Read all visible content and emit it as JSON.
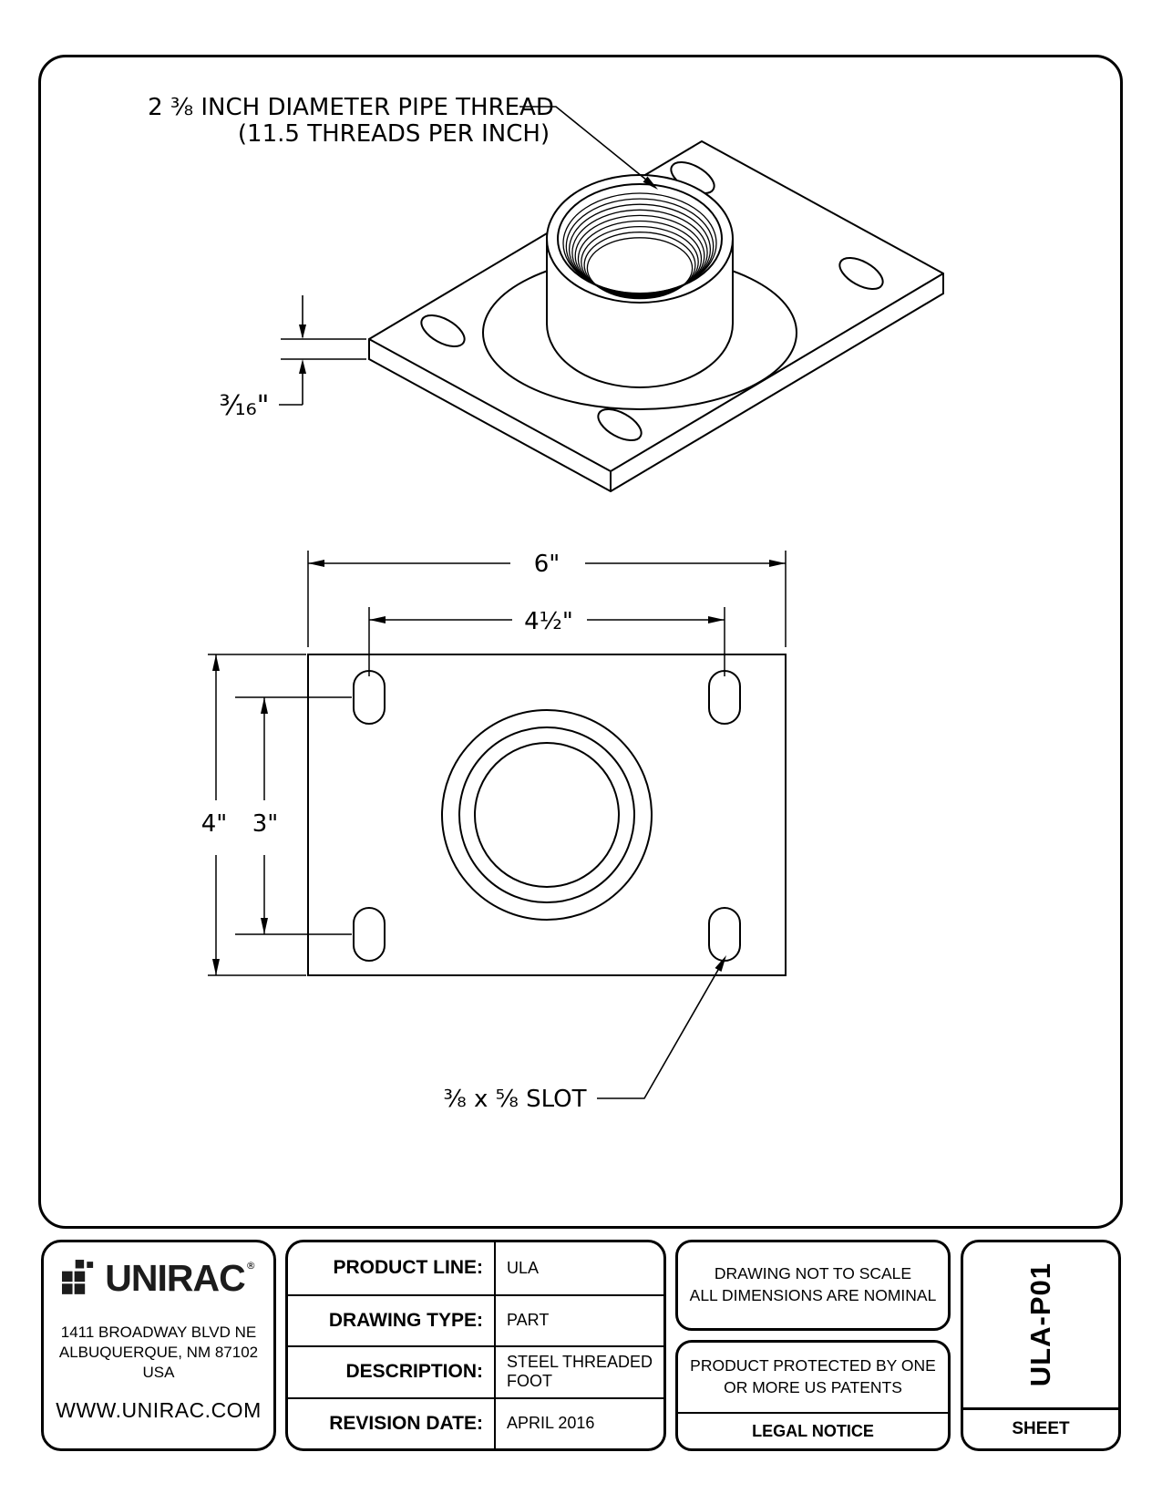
{
  "drawing": {
    "callouts": {
      "pipe_thread_line1": "2 ⅜  INCH DIAMETER PIPE THREAD",
      "pipe_thread_line2": "(11.5 THREADS PER INCH)",
      "plate_thickness": "³⁄₁₆\"",
      "slot_size": "⅜ x ⅝ SLOT"
    },
    "dimensions": {
      "plate_width": "6\"",
      "slot_spacing_horizontal": "4½\"",
      "plate_height": "4\"",
      "slot_spacing_vertical": "3\""
    }
  },
  "title_block": {
    "company": {
      "logo_text": "UNIRAC",
      "registered_mark": "®",
      "address_line1": "1411 BROADWAY BLVD NE",
      "address_line2": "ALBUQUERQUE, NM 87102 USA",
      "website": "WWW.UNIRAC.COM"
    },
    "fields": [
      {
        "label": "PRODUCT LINE:",
        "value": "ULA"
      },
      {
        "label": "DRAWING TYPE:",
        "value": "PART"
      },
      {
        "label": "DESCRIPTION:",
        "value": "STEEL THREADED FOOT"
      },
      {
        "label": "REVISION DATE:",
        "value": "APRIL 2016"
      }
    ],
    "notices": {
      "scale_line1": "DRAWING NOT TO SCALE",
      "scale_line2": "ALL DIMENSIONS ARE NOMINAL",
      "patent_line1": "PRODUCT PROTECTED BY ONE",
      "patent_line2": "OR MORE US PATENTS",
      "legal": "LEGAL NOTICE"
    },
    "document": {
      "number": "ULA-P01",
      "sheet_label": "SHEET"
    }
  }
}
